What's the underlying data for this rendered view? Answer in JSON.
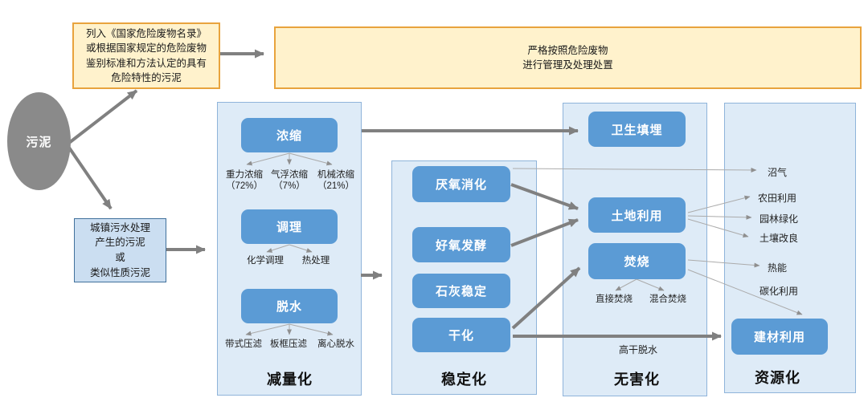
{
  "source": {
    "label": "污泥"
  },
  "boxes": {
    "hazard_criteria": {
      "line1": "列入《国家危险废物名录》",
      "line2": "或根据国家规定的危险废物",
      "line3": "鉴别标准和方法认定的具有",
      "line4": "危险特性的污泥"
    },
    "hazard_action": {
      "line1": "严格按照危险废物",
      "line2": "进行管理及处理处置"
    },
    "municipal": {
      "line1": "城镇污水处理",
      "line2": "产生的污泥",
      "line3": "或",
      "line4": "类似性质污泥"
    }
  },
  "reduction": {
    "title": "减量化",
    "concentration": {
      "label": "浓缩",
      "sub1_name": "重力浓缩",
      "sub1_pct": "（72%）",
      "sub2_name": "气浮浓缩",
      "sub2_pct": "（7%）",
      "sub3_name": "机械浓缩",
      "sub3_pct": "（21%）"
    },
    "conditioning": {
      "label": "调理",
      "sub1": "化学调理",
      "sub2": "热处理"
    },
    "dewatering": {
      "label": "脱水",
      "sub1": "带式压滤",
      "sub2": "板框压滤",
      "sub3": "离心脱水"
    }
  },
  "stabilization": {
    "title": "稳定化",
    "anaerobic": "厌氧消化",
    "aerobic": "好氧发酵",
    "lime": "石灰稳定",
    "drying": "干化"
  },
  "harmless": {
    "title": "无害化",
    "landfill": "卫生填埋",
    "land_use": "土地利用",
    "incineration": "焚烧",
    "incin_sub1": "直接焚烧",
    "incin_sub2": "混合焚烧",
    "edge_label": "高干脱水"
  },
  "resource": {
    "title": "资源化",
    "biogas": "沼气",
    "farmland": "农田利用",
    "landscaping": "园林绿化",
    "soil": "土壤改良",
    "heat": "热能",
    "carbonization": "碳化利用",
    "building": "建材利用"
  },
  "colors": {
    "node_blue": "#5B9BD5",
    "panel_blue": "#DEEBF7",
    "panel_border": "#8FB4DA",
    "yellow_fill": "#FFF2CC",
    "yellow_border": "#E8A33D",
    "gray": "#808080"
  }
}
